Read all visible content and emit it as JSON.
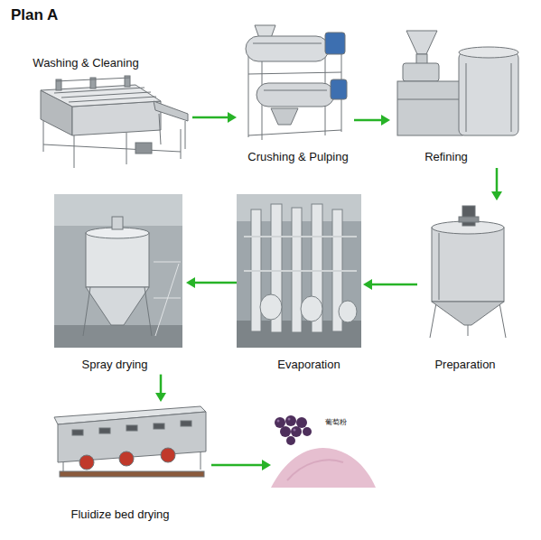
{
  "diagram": {
    "title": "Plan A",
    "nodes": [
      {
        "text": [
          "Washing & Cleaning"
        ]
      },
      {
        "text": [
          "Crushing & Pulping"
        ]
      },
      {
        "text": [
          "Refining"
        ]
      },
      {
        "text": [
          "Preparation"
        ]
      },
      {
        "text": [
          "Evaporation"
        ]
      },
      {
        "text": [
          "Spray drying"
        ]
      },
      {
        "text": [
          "Fluidize bed drying"
        ]
      },
      {
        "text": [
          "葡萄粉"
        ]
      }
    ],
    "edges": [
      {
        "from": 0,
        "to": 1,
        "arrow": "to"
      },
      {
        "from": 1,
        "to": 2,
        "arrow": "to"
      },
      {
        "from": 2,
        "to": 3,
        "arrow": "to"
      },
      {
        "from": 3,
        "to": 4,
        "arrow": "to"
      },
      {
        "from": 4,
        "to": 5,
        "arrow": "to"
      },
      {
        "from": 5,
        "to": 6,
        "arrow": "to"
      },
      {
        "from": 6,
        "to": 7,
        "arrow": "to"
      }
    ]
  }
}
